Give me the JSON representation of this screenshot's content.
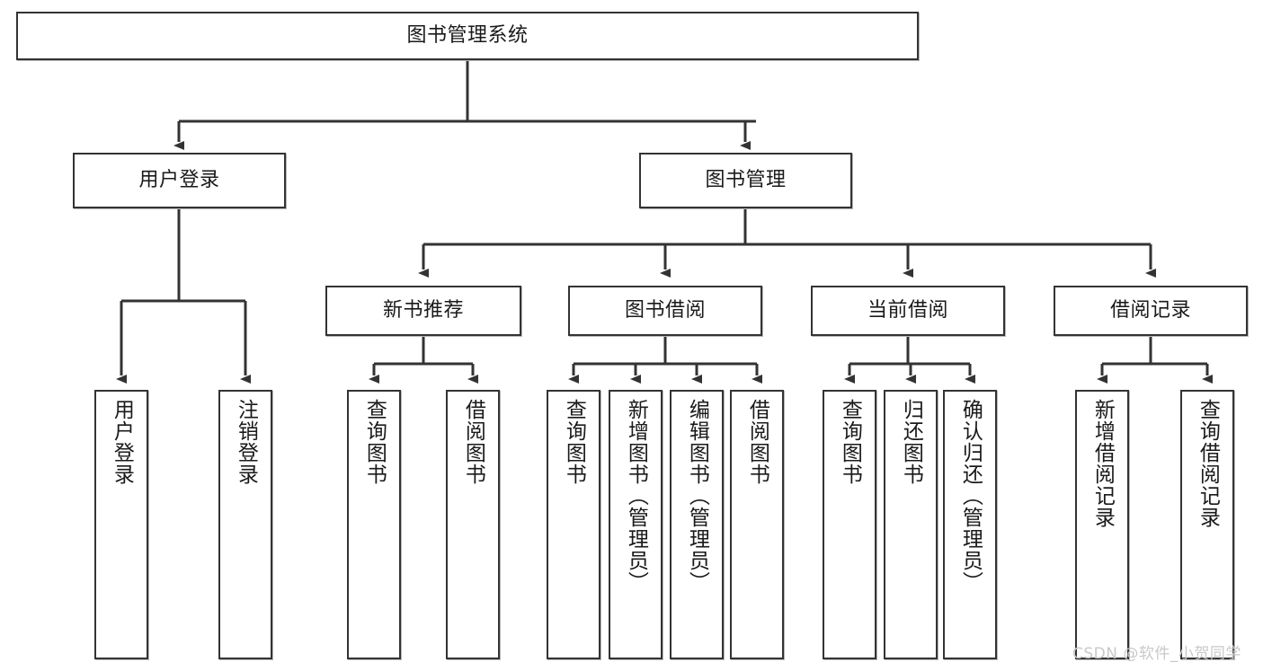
{
  "diagram": {
    "type": "tree",
    "title": "图书管理系统",
    "root": {
      "label": "图书管理系统"
    },
    "level2": [
      {
        "label": "用户登录"
      },
      {
        "label": "图书管理"
      }
    ],
    "level3": [
      {
        "label": "新书推荐"
      },
      {
        "label": "图书借阅"
      },
      {
        "label": "当前借阅"
      },
      {
        "label": "借阅记录"
      }
    ],
    "leaves": {
      "user_login": [
        {
          "label": "用户登录"
        },
        {
          "label": "注销登录"
        }
      ],
      "new_book_recommend": [
        {
          "label": "查询图书"
        },
        {
          "label": "借阅图书"
        }
      ],
      "book_borrow": [
        {
          "label": "查询图书"
        },
        {
          "label": "新增图书（管理员）"
        },
        {
          "label": "编辑图书（管理员）"
        },
        {
          "label": "借阅图书"
        }
      ],
      "current_borrow": [
        {
          "label": "查询图书"
        },
        {
          "label": "归还图书"
        },
        {
          "label": "确认归还（管理员）"
        }
      ],
      "borrow_record": [
        {
          "label": "新增借阅记录"
        },
        {
          "label": "查询借阅记录"
        }
      ]
    }
  },
  "watermark": {
    "text": "CSDN @软件_小贺同学"
  },
  "colors": {
    "border": "#333333",
    "text": "#1a1a1a",
    "background": "#ffffff",
    "watermark": "#c9c9c9"
  }
}
